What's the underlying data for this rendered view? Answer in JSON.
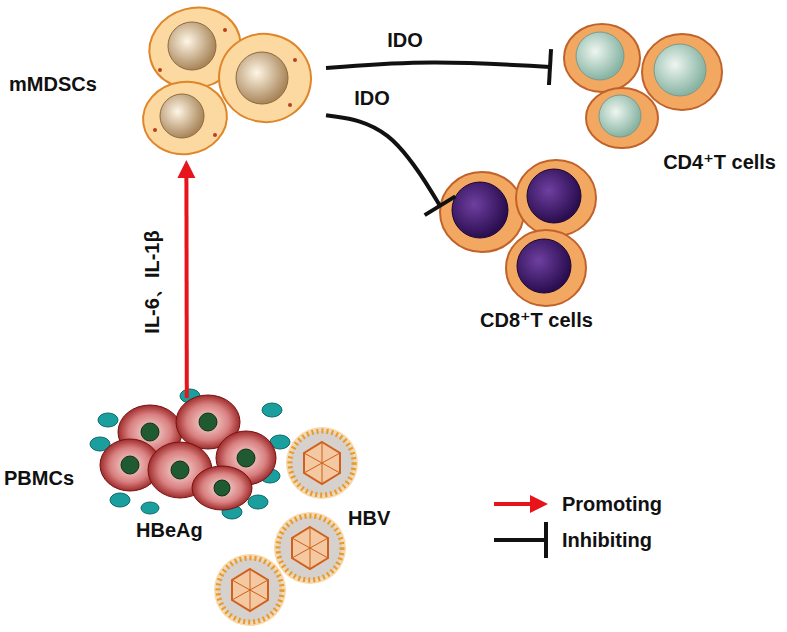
{
  "diagram": {
    "nodes": [
      {
        "text": [
          "mMDSCs"
        ]
      },
      {
        "text": [
          "CD4⁺T cells"
        ]
      },
      {
        "text": [
          "CD8⁺T cells"
        ]
      },
      {
        "text": [
          "PBMCs"
        ]
      }
    ],
    "edges": [
      {
        "from": 3,
        "to": 0,
        "label": "IL-6、IL-1β",
        "arrow": "to"
      },
      {
        "from": 0,
        "to": 1,
        "label": "IDO",
        "arrow": "to"
      },
      {
        "from": 0,
        "to": 2,
        "label": "IDO",
        "arrow": "to"
      }
    ],
    "labels": [
      "HBeAg",
      "HBV"
    ],
    "legend": [
      {
        "text": "Promoting"
      },
      {
        "text": "Inhibiting"
      }
    ]
  }
}
